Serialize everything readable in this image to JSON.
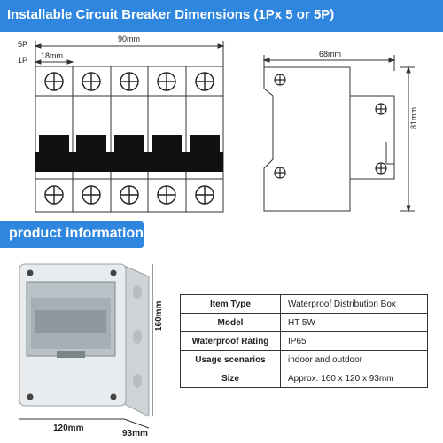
{
  "header": {
    "title": "Installable Circuit Breaker Dimensions  (1Px 5 or 5P)"
  },
  "dimensions": {
    "label_5p": "5P",
    "label_1p": "1P",
    "width_1p": "18mm",
    "width_5p": "90mm",
    "side_width": "68mm",
    "side_height": "81mm"
  },
  "section": {
    "title": "product information"
  },
  "product": {
    "height": "160mm",
    "width": "120mm",
    "depth": "93mm"
  },
  "specs": [
    {
      "key": "Item Type",
      "value": "Waterproof Distribution Box"
    },
    {
      "key": "Model",
      "value": "HT 5W"
    },
    {
      "key": "Waterproof Rating",
      "value": "IP65"
    },
    {
      "key": "Usage scenarios",
      "value": "indoor and outdoor"
    },
    {
      "key": "Size",
      "value": "Approx. 160 x 120 x 93mm"
    }
  ],
  "colors": {
    "banner": "#2f86de",
    "breaker_handle": "#111111"
  }
}
